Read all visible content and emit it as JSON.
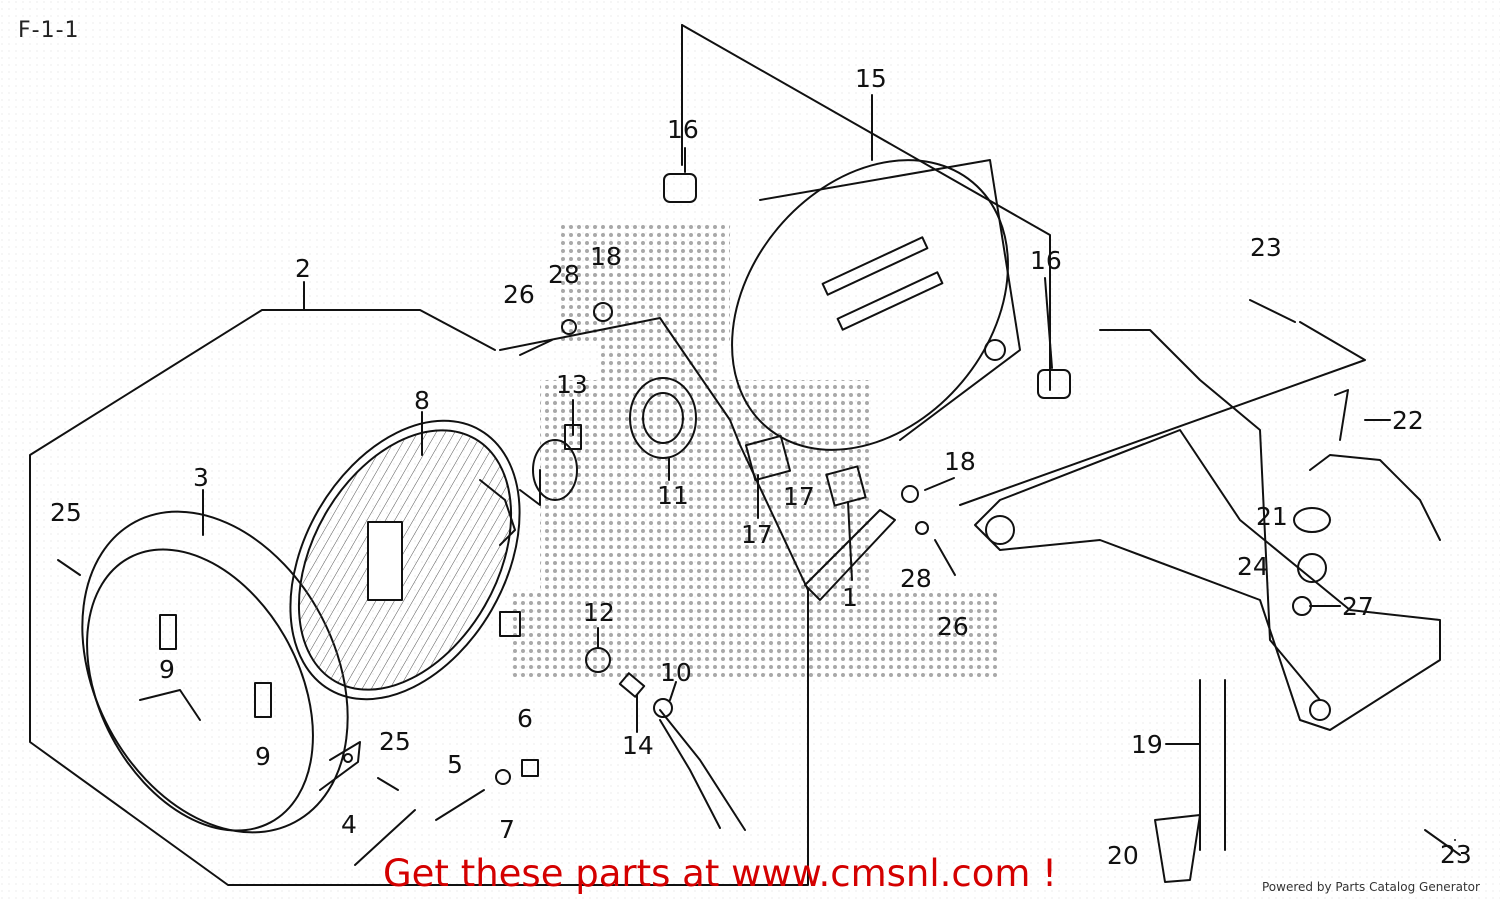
{
  "title": "F-1-1",
  "callouts": {
    "c1": "1",
    "c2": "2",
    "c3": "3",
    "c4": "4",
    "c5": "5",
    "c6": "6",
    "c7": "7",
    "c8": "8",
    "c9a": "9",
    "c9b": "9",
    "c10": "10",
    "c11": "11",
    "c12": "12",
    "c13": "13",
    "c14": "14",
    "c15": "15",
    "c16a": "16",
    "c16b": "16",
    "c17a": "17",
    "c17b": "17",
    "c18a": "18",
    "c18b": "18",
    "c19": "19",
    "c20": "20",
    "c21": "21",
    "c22": "22",
    "c23a": "23",
    "c23b": "23",
    "c24": "24",
    "c25a": "25",
    "c25b": "25",
    "c26a": "26",
    "c26b": "26",
    "c27": "27",
    "c28a": "28",
    "c28b": "28"
  },
  "footer_link": "Get these parts at www.cmsnl.com !",
  "powered_by": "Powered by Parts Catalog Generator"
}
